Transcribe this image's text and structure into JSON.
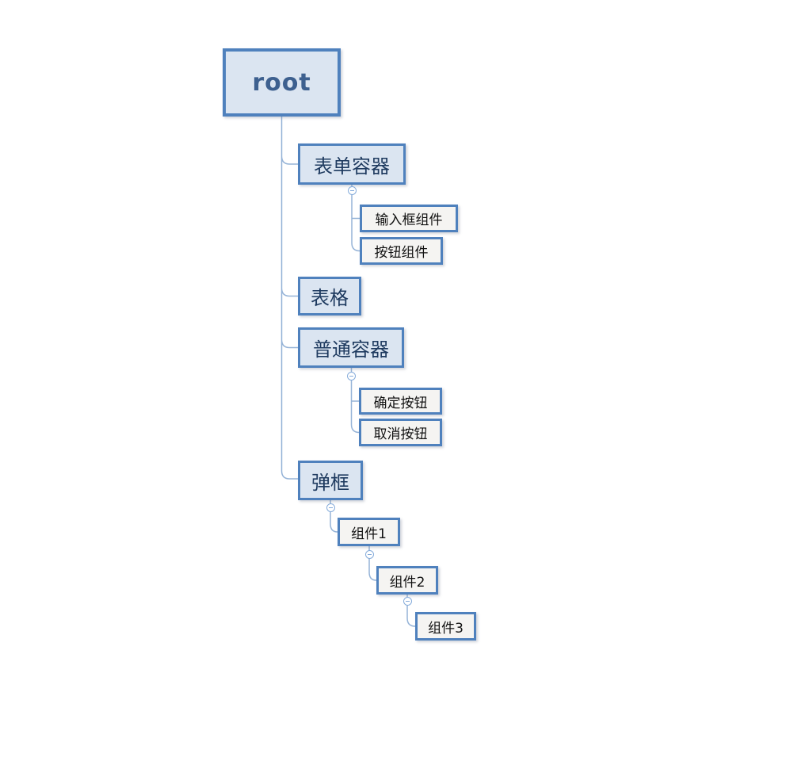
{
  "mindmap": {
    "root": {
      "label": "root",
      "children": [
        {
          "label": "表单容器",
          "children": [
            {
              "label": "输入框组件"
            },
            {
              "label": "按钮组件"
            }
          ]
        },
        {
          "label": "表格"
        },
        {
          "label": "普通容器",
          "children": [
            {
              "label": "确定按钮"
            },
            {
              "label": "取消按钮"
            }
          ]
        },
        {
          "label": "弹框",
          "children": [
            {
              "label": "组件1",
              "children": [
                {
                  "label": "组件2",
                  "children": [
                    {
                      "label": "组件3"
                    }
                  ]
                }
              ]
            }
          ]
        }
      ]
    },
    "icons": {
      "collapse": "minus-circle"
    },
    "colors": {
      "node_border": "#4f81bd",
      "branch_fill": "#dbe5f1",
      "leaf_fill": "#f5f4f2",
      "connector": "#95b3d7",
      "toggle_stroke": "#86acdb",
      "root_text": "#3d608f",
      "branch_text": "#1e3a5f",
      "leaf_text": "#111111"
    }
  }
}
